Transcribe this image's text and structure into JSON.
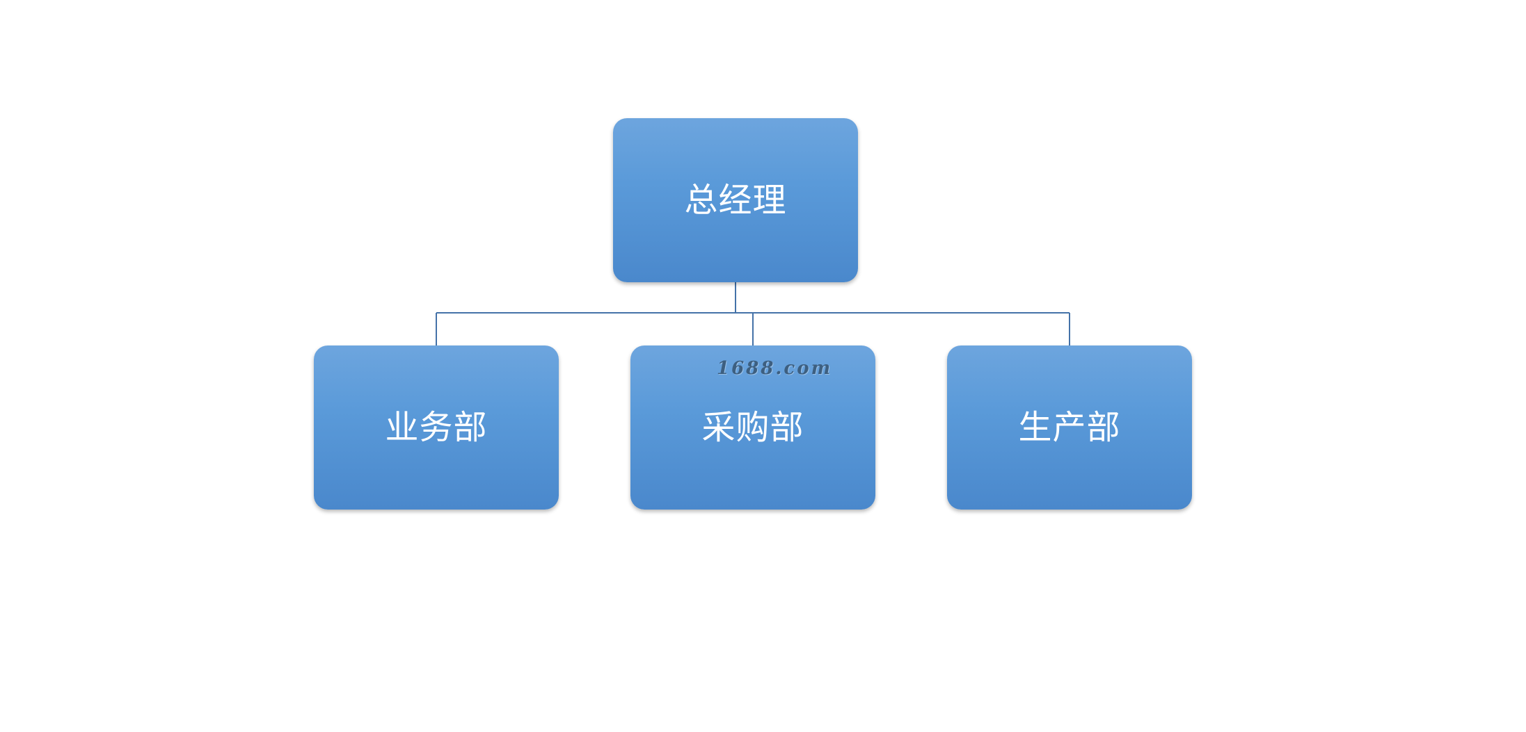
{
  "org_chart": {
    "root": {
      "label": "总经理"
    },
    "children": [
      {
        "label": "业务部"
      },
      {
        "label": "采购部"
      },
      {
        "label": "生产部"
      }
    ]
  },
  "watermark": {
    "text": "1688.com"
  },
  "colors": {
    "node_fill_top": "#6da5de",
    "node_fill_bottom": "#4a88cc",
    "connector": "#4472a8",
    "text": "#ffffff",
    "background": "#ffffff"
  }
}
